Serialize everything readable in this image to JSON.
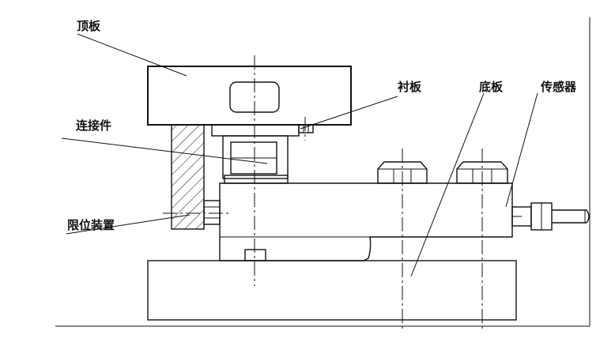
{
  "labels": {
    "top_plate": "顶板",
    "connector": "连接件",
    "limit_device": "限位装置",
    "liner_plate": "衬板",
    "base_plate": "底板",
    "sensor": "传感器"
  },
  "colors": {
    "line": "#111111",
    "background": "#ffffff"
  }
}
